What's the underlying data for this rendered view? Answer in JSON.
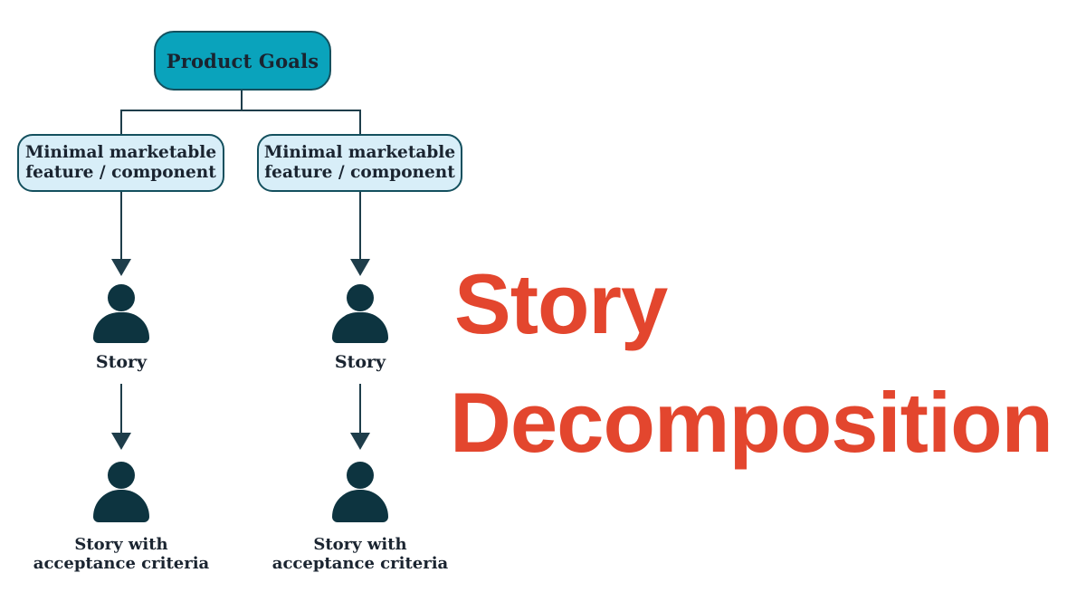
{
  "flowchart": {
    "root_label": "Product Goals",
    "columns": [
      {
        "feature_line1": "Minimal marketable",
        "feature_line2": "feature / component",
        "story_label": "Story",
        "final_line1": "Story with",
        "final_line2": "acceptance criteria"
      },
      {
        "feature_line1": "Minimal marketable",
        "feature_line2": "feature / component",
        "story_label": "Story",
        "final_line1": "Story with",
        "final_line2": "acceptance criteria"
      }
    ]
  },
  "title": {
    "line1": "Story",
    "line2": "Decomposition"
  },
  "colors": {
    "root_fill": "#0aa3bc",
    "feature_fill": "#d8eef8",
    "node_border": "#14505e",
    "node_text": "#1a2430",
    "line": "#1e3d4a",
    "icon": "#0d3440",
    "title": "#e3462e"
  }
}
